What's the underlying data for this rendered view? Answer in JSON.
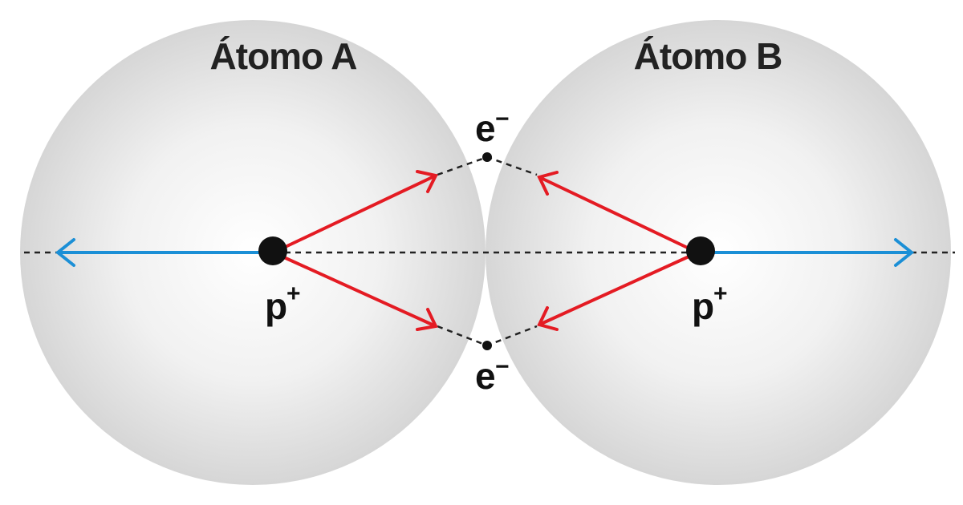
{
  "labels": {
    "atom_a": "Átomo A",
    "atom_b": "Átomo B",
    "proton_base": "p",
    "proton_charge": "+",
    "electron_base": "e",
    "electron_charge": "−"
  },
  "colors": {
    "attraction_arrow": "#e41b23",
    "repulsion_arrow": "#1b8fd6",
    "atom_fill_center": "#ffffff",
    "atom_fill_edge": "#d6d6d6",
    "overlap_fill": "#bdbdbd",
    "particle": "#111111",
    "dashed_line": "#222222"
  }
}
